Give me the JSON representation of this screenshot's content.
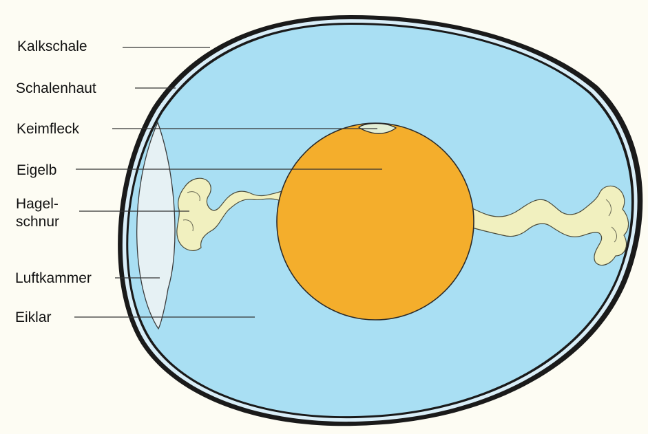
{
  "labels": {
    "kalkschale": "Kalkschale",
    "schalenhaut": "Schalenhaut",
    "keimfleck": "Keimfleck",
    "eigelb": "Eigelb",
    "hagelschnur_1": "Hagel-",
    "hagelschnur_2": "schnur",
    "luftkammer": "Luftkammer",
    "eiklar": "Eiklar"
  },
  "colors": {
    "background": "#fdfcf3",
    "shell": "#1a1a1a",
    "membrane": "#d9eef8",
    "albumen": "#a9dff3",
    "air_cell": "#e6f1f4",
    "yolk": "#f4ae2c",
    "chalaza": "#f1f0bf"
  }
}
